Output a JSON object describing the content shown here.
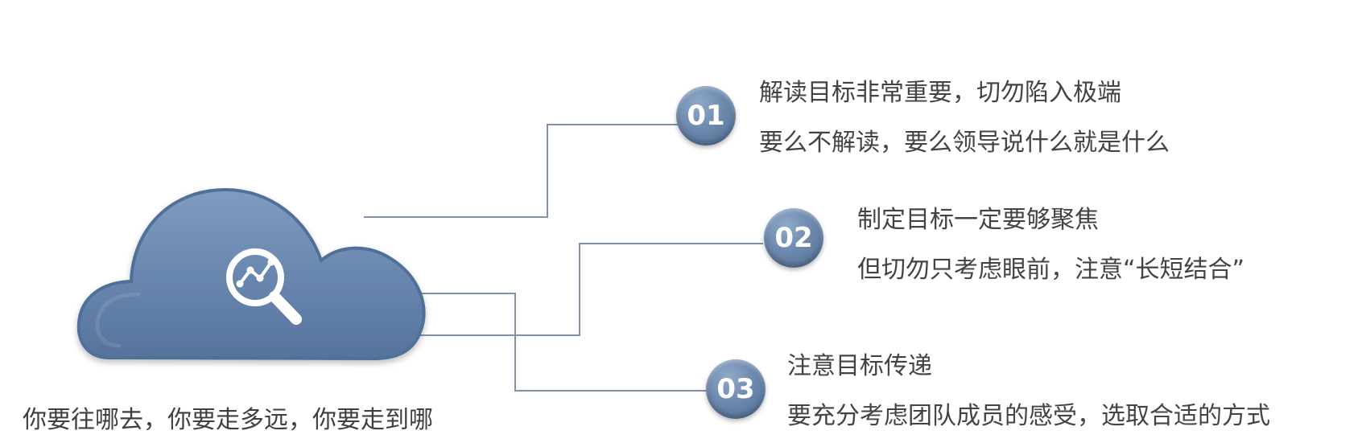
{
  "cloud": {
    "caption": "你要往哪去，你要走多远，你要走到哪",
    "icon": "magnifier-chart-icon",
    "fill_color": "#6a88b1"
  },
  "steps": [
    {
      "number": "01",
      "line1": "解读目标非常重要，切勿陷入极端",
      "line2": "要么不解读，要么领导说什么就是什么"
    },
    {
      "number": "02",
      "line1": "制定目标一定要够聚焦",
      "line2": "但切勿只考虑眼前，注意“长短结合”"
    },
    {
      "number": "03",
      "line1": "注意目标传递",
      "line2": "要充分考虑团队成员的感受，选取合适的方式"
    }
  ],
  "colors": {
    "accent": "#6a88b1",
    "text": "#434343",
    "connector": "#7f8fa8"
  }
}
